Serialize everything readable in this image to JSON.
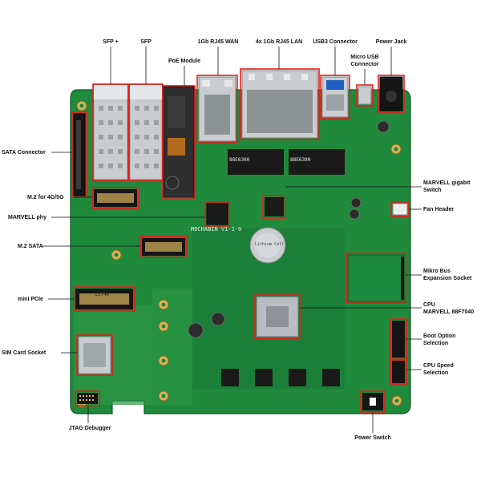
{
  "labels": {
    "sfp_plus": "SFP +",
    "sfp": "SFP",
    "poe_module": "PoE Module",
    "wan": "1Gb RJ45 WAN",
    "lan": "4x 1Gb RJ45 LAN",
    "usb3": "USB3 Connector",
    "power_jack": "Power Jack",
    "micro_usb_1": "Micro USB",
    "micro_usb_2": "Connector",
    "sata_connector": "SATA Connector",
    "m2_4g5g": "M.2 for 4G/5G",
    "marvell_phy": "MARVELL phy",
    "m2_sata": "M.2 SATA",
    "mini_pcie": "mini PCIe",
    "sim_card": "SIM Card Socket",
    "jtag": "JTAG Debugger",
    "marvell_switch_1": "MARVELL gigabit",
    "marvell_switch_2": "Switch",
    "fan_header": "Fan Header",
    "mikrobus_1": "Mikro Bus",
    "mikrobus_2": "Expansion Socket",
    "cpu_1": "CPU",
    "cpu_2": "MARVELL 88F7040",
    "boot_1": "Boot Option",
    "boot_2": "Selection",
    "cpu_speed_1": "CPU Speed",
    "cpu_speed_2": "Selection",
    "power_switch": "Power Switch"
  },
  "board": {
    "silkscreen": "MOCHABIN V1-1-0",
    "chip_left": "88E6390",
    "chip_right": "88E6390",
    "battery": "Lithium Cell",
    "mpcie_code": "15746"
  },
  "colors": {
    "pcb": "#1f8a3c",
    "pcb_dark": "#157030",
    "callout": "#e0201b",
    "metal": "#c9cdd0",
    "chip": "#1a1a1a",
    "gold": "#d9b35a"
  }
}
